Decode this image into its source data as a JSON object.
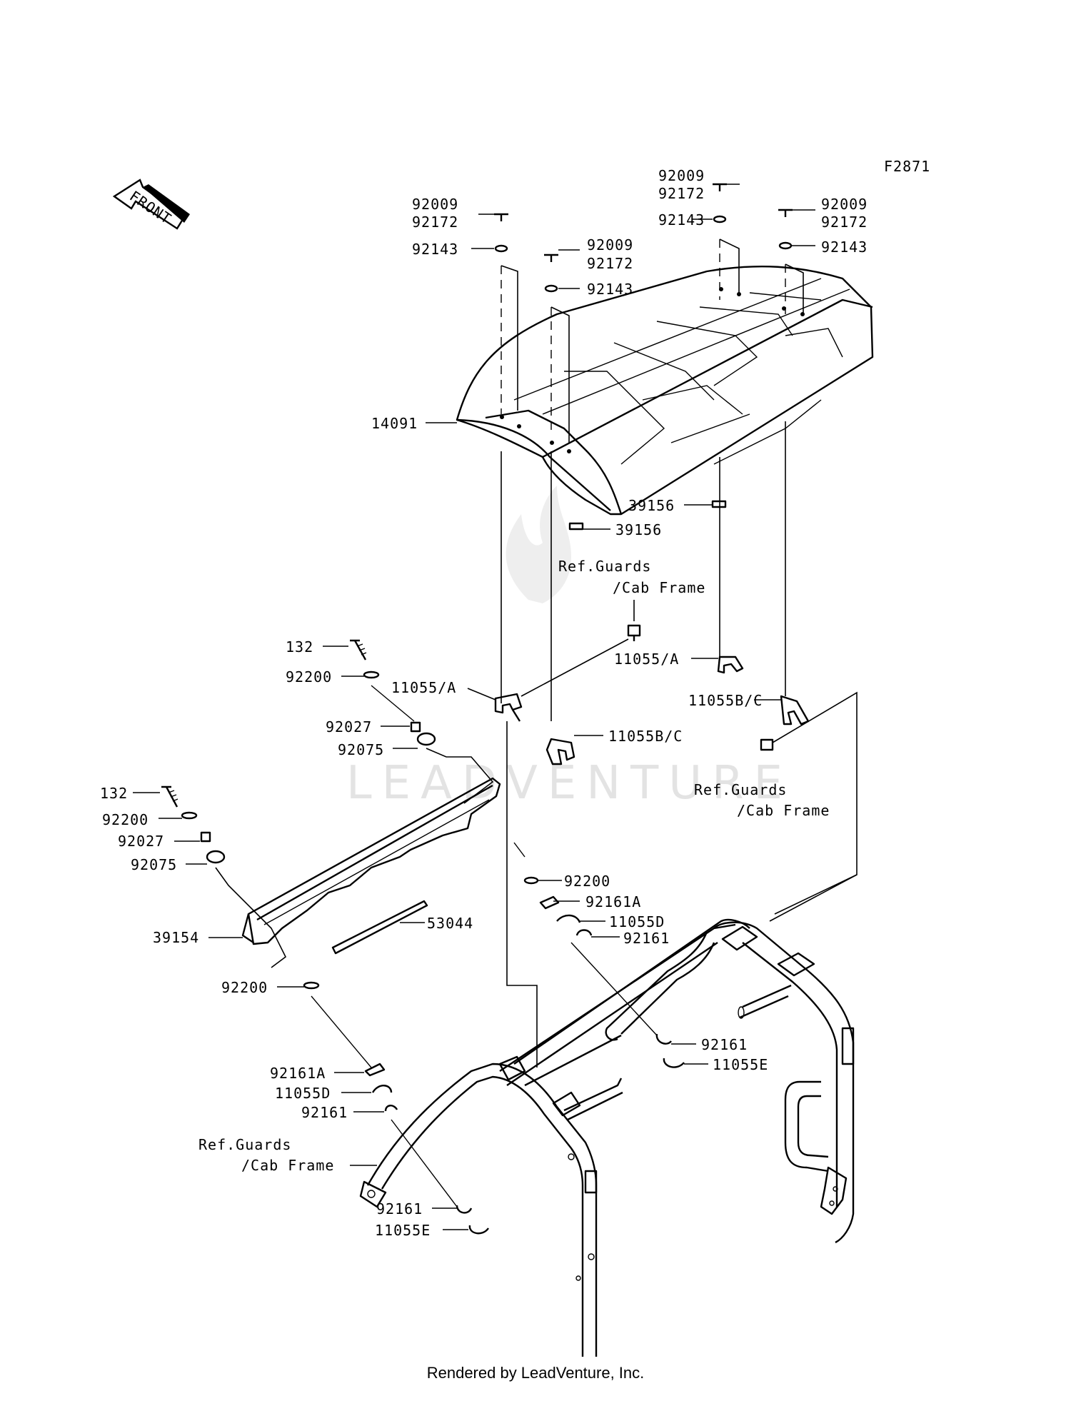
{
  "diagram": {
    "figure_code": "F2871",
    "direction_label": "FRONT",
    "footer": "Rendered by LeadVenture, Inc.",
    "watermark": "LEADVENTURE",
    "labels": {
      "p92009_a": "92009",
      "p92172_a": "92172",
      "p92143_a": "92143",
      "p92009_b": "92009",
      "p92172_b": "92172",
      "p92143_b": "92143",
      "p92009_c": "92009",
      "p92172_c": "92172",
      "p92143_c": "92143",
      "p92009_d": "92009",
      "p92172_d": "92172",
      "p92143_d": "92143",
      "p14091": "14091",
      "p39156_a": "39156",
      "p39156_b": "39156",
      "ref1_a": "Ref.Guards",
      "ref1_b": "/Cab Frame",
      "ref2_a": "Ref.Guards",
      "ref2_b": "/Cab Frame",
      "ref3_a": "Ref.Guards",
      "ref3_b": "/Cab Frame",
      "p11055A_a": "11055/A",
      "p11055A_b": "11055/A",
      "p11055BC_a": "11055B/C",
      "p11055BC_b": "11055B/C",
      "p132_a": "132",
      "p92200_a": "92200",
      "p92027_a": "92027",
      "p92075_a": "92075",
      "p132_b": "132",
      "p92200_b": "92200",
      "p92027_b": "92027",
      "p92075_b": "92075",
      "p39154": "39154",
      "p53044": "53044",
      "p92200_c": "92200",
      "p92200_d": "92200",
      "p92161A_a": "92161A",
      "p11055D_a": "11055D",
      "p92161_a": "92161",
      "p92161_b": "92161",
      "p11055E_a": "11055E",
      "p92161A_b": "92161A",
      "p11055D_b": "11055D",
      "p92161_c": "92161",
      "p92161_d": "92161",
      "p11055E_b": "11055E"
    }
  }
}
